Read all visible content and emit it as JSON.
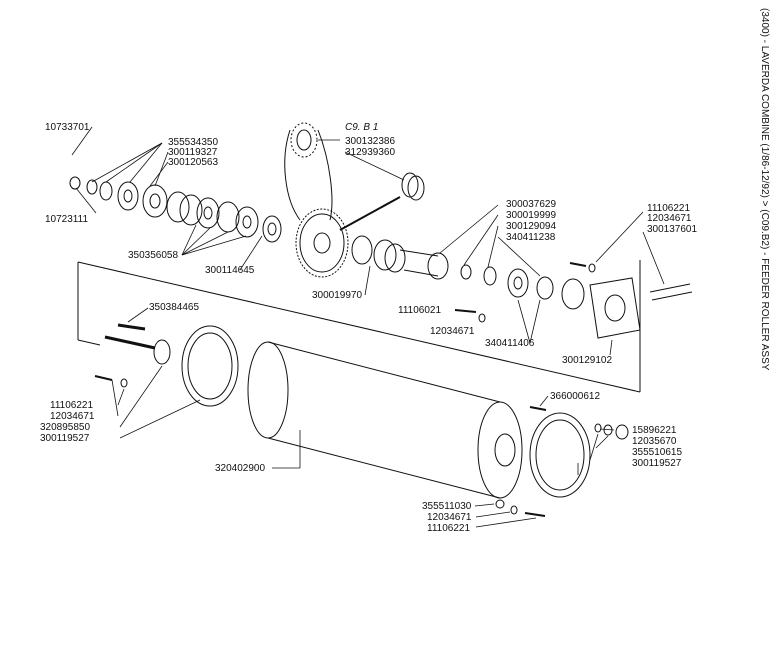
{
  "title_vertical": "(3400) - LAVERDA COMBINE (1/86-12/92) > (C09.B2) - FEEDER ROLLER ASSY",
  "ref_mark": "C9. B 1",
  "parts": {
    "p10733701": "10733701",
    "p10723111": "10723111",
    "p355534350": "355534350",
    "p300119327": "300119327",
    "p300120563": "300120563",
    "p350356058": "350356058",
    "p300114645": "300114645",
    "p300132386": "300132386",
    "p312939360": "312939360",
    "p300019970": "300019970",
    "p300037629": "300037629",
    "p300019999": "300019999",
    "p300129094": "300129094",
    "p340411238": "340411238",
    "p11106221_top": "11106221",
    "p12034671_top": "12034671",
    "p300137601": "300137601",
    "p11106021": "11106021",
    "p12034671_mid": "12034671",
    "p340411406": "340411406",
    "p300129102": "300129102",
    "p350384465": "350384465",
    "p11106221_left": "11106221",
    "p12034671_left": "12034671",
    "p320895850": "320895850",
    "p300119527_left": "300119527",
    "p320402900": "320402900",
    "p366000612": "366000612",
    "p15896221": "15896221",
    "p12035670": "12035670",
    "p355510615": "355510615",
    "p300119527_right": "300119527",
    "p355511030": "355511030",
    "p12034671_bot": "12034671",
    "p11106221_bot": "11106221"
  }
}
